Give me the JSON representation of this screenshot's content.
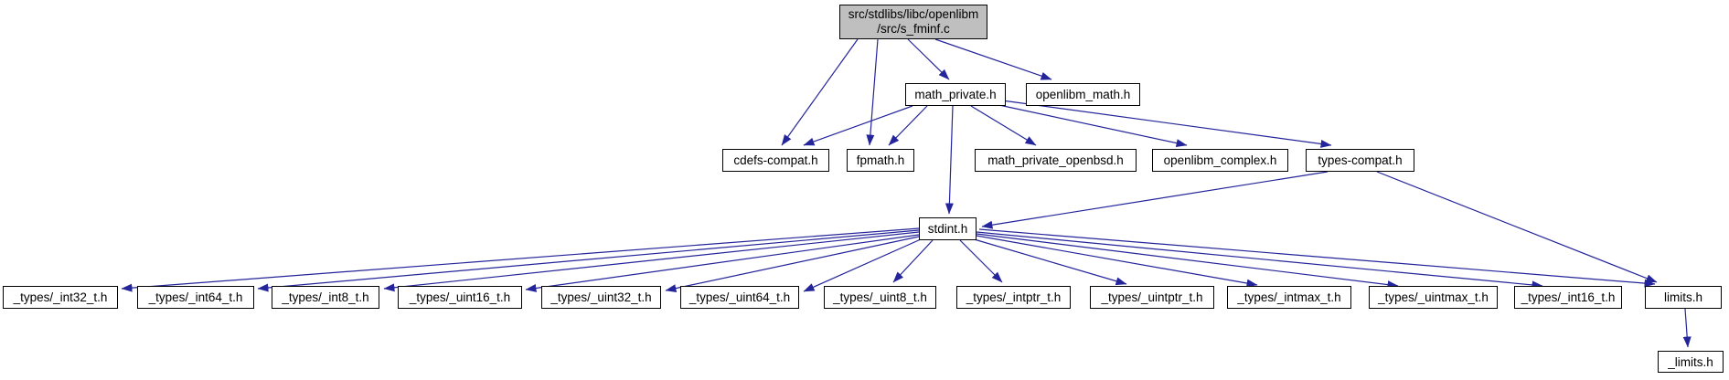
{
  "diagram": {
    "type": "include-dependency-graph",
    "colors": {
      "edge": "#24249b",
      "node_border": "#000000",
      "node_fill": "#ffffff",
      "root_fill": "#bfbfbf",
      "text": "#000000",
      "background": "#ffffff"
    },
    "root": {
      "label_line1": "src/stdlibs/libc/openlibm",
      "label_line2": "/src/s_fminf.c"
    },
    "nodes": [
      {
        "id": "s_fminf_c",
        "label": "src/stdlibs/libc/openlibm /src/s_fminf.c"
      },
      {
        "id": "math_private_h",
        "label": "math_private.h"
      },
      {
        "id": "openlibm_math_h",
        "label": "openlibm_math.h"
      },
      {
        "id": "cdefs_compat_h",
        "label": "cdefs-compat.h"
      },
      {
        "id": "fpmath_h",
        "label": "fpmath.h"
      },
      {
        "id": "math_private_openbsd_h",
        "label": "math_private_openbsd.h"
      },
      {
        "id": "openlibm_complex_h",
        "label": "openlibm_complex.h"
      },
      {
        "id": "types_compat_h",
        "label": "types-compat.h"
      },
      {
        "id": "stdint_h",
        "label": "stdint.h"
      },
      {
        "id": "types_int32_t_h",
        "label": "_types/_int32_t.h"
      },
      {
        "id": "types_int64_t_h",
        "label": "_types/_int64_t.h"
      },
      {
        "id": "types_int8_t_h",
        "label": "_types/_int8_t.h"
      },
      {
        "id": "types_uint16_t_h",
        "label": "_types/_uint16_t.h"
      },
      {
        "id": "types_uint32_t_h",
        "label": "_types/_uint32_t.h"
      },
      {
        "id": "types_uint64_t_h",
        "label": "_types/_uint64_t.h"
      },
      {
        "id": "types_uint8_t_h",
        "label": "_types/_uint8_t.h"
      },
      {
        "id": "types_intptr_t_h",
        "label": "_types/_intptr_t.h"
      },
      {
        "id": "types_uintptr_t_h",
        "label": "_types/_uintptr_t.h"
      },
      {
        "id": "types_intmax_t_h",
        "label": "_types/_intmax_t.h"
      },
      {
        "id": "types_uintmax_t_h",
        "label": "_types/_uintmax_t.h"
      },
      {
        "id": "types_int16_t_h",
        "label": "_types/_int16_t.h"
      },
      {
        "id": "limits_h",
        "label": "limits.h"
      },
      {
        "id": "_limits_h",
        "label": "_limits.h"
      }
    ],
    "edges": [
      {
        "from": "s_fminf_c",
        "to": "cdefs_compat_h"
      },
      {
        "from": "s_fminf_c",
        "to": "fpmath_h"
      },
      {
        "from": "s_fminf_c",
        "to": "math_private_h"
      },
      {
        "from": "s_fminf_c",
        "to": "openlibm_math_h"
      },
      {
        "from": "math_private_h",
        "to": "cdefs_compat_h"
      },
      {
        "from": "math_private_h",
        "to": "fpmath_h"
      },
      {
        "from": "math_private_h",
        "to": "stdint_h"
      },
      {
        "from": "math_private_h",
        "to": "math_private_openbsd_h"
      },
      {
        "from": "math_private_h",
        "to": "openlibm_complex_h"
      },
      {
        "from": "math_private_h",
        "to": "types_compat_h"
      },
      {
        "from": "types_compat_h",
        "to": "stdint_h"
      },
      {
        "from": "types_compat_h",
        "to": "limits_h"
      },
      {
        "from": "stdint_h",
        "to": "types_int32_t_h"
      },
      {
        "from": "stdint_h",
        "to": "types_int64_t_h"
      },
      {
        "from": "stdint_h",
        "to": "types_int8_t_h"
      },
      {
        "from": "stdint_h",
        "to": "types_uint16_t_h"
      },
      {
        "from": "stdint_h",
        "to": "types_uint32_t_h"
      },
      {
        "from": "stdint_h",
        "to": "types_uint64_t_h"
      },
      {
        "from": "stdint_h",
        "to": "types_uint8_t_h"
      },
      {
        "from": "stdint_h",
        "to": "types_intptr_t_h"
      },
      {
        "from": "stdint_h",
        "to": "types_uintptr_t_h"
      },
      {
        "from": "stdint_h",
        "to": "types_intmax_t_h"
      },
      {
        "from": "stdint_h",
        "to": "types_uintmax_t_h"
      },
      {
        "from": "stdint_h",
        "to": "types_int16_t_h"
      },
      {
        "from": "stdint_h",
        "to": "limits_h"
      },
      {
        "from": "limits_h",
        "to": "_limits_h"
      }
    ]
  }
}
